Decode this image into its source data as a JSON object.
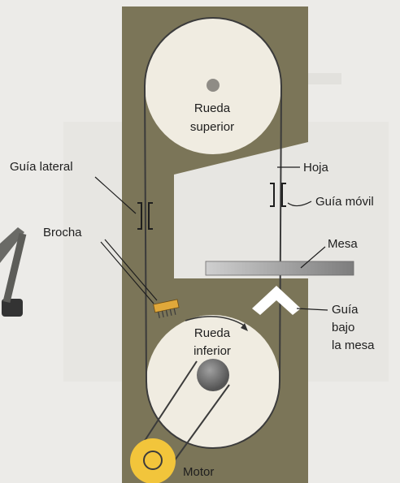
{
  "diagram": {
    "labels": {
      "upper_wheel_line1": "Rueda",
      "upper_wheel_line2": "superior",
      "lower_wheel_line1": "Rueda",
      "lower_wheel_line2": "inferior",
      "side_guide": "Guía lateral",
      "brush": "Brocha",
      "blade": "Hoja",
      "movable_guide": "Guía móvil",
      "table": "Mesa",
      "under_guide_line1": "Guía",
      "under_guide_line2": "bajo",
      "under_guide_line3": "la mesa",
      "motor": "Motor"
    },
    "colors": {
      "frame": "#7b7558",
      "wheel": "#f0ece1",
      "table": "#a5a5a5",
      "guide_white": "#ffffff",
      "motor": "#f2c53b",
      "background": "#ecebe8"
    }
  }
}
